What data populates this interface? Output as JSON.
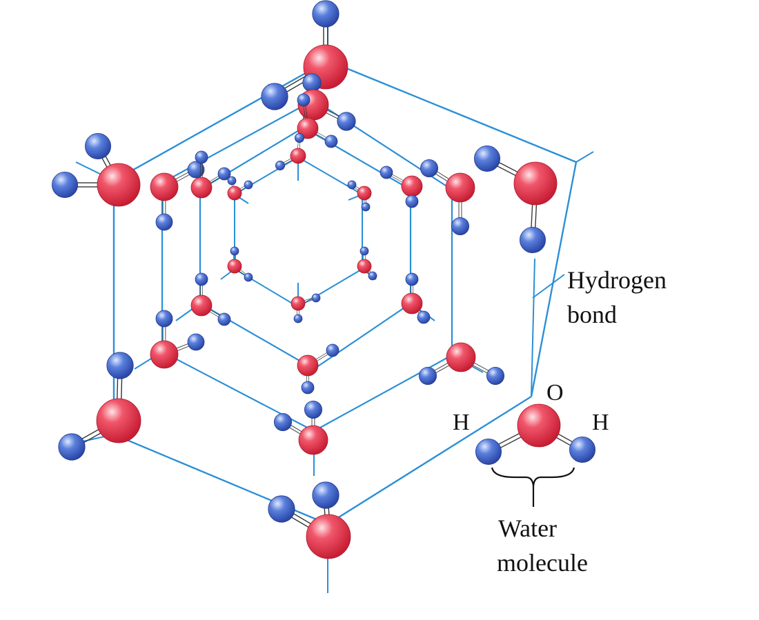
{
  "labels": {
    "hydrogen_bond_line1": "Hydrogen",
    "hydrogen_bond_line2": "bond",
    "oxygen": "O",
    "hydrogen_left": "H",
    "hydrogen_right": "H",
    "water_line1": "Water",
    "water_line2": "molecule"
  },
  "colors": {
    "oxygen": "#e8364a",
    "hydrogen": "#3c63c6",
    "bond_line": "#2a8fd6",
    "text": "#111111"
  }
}
